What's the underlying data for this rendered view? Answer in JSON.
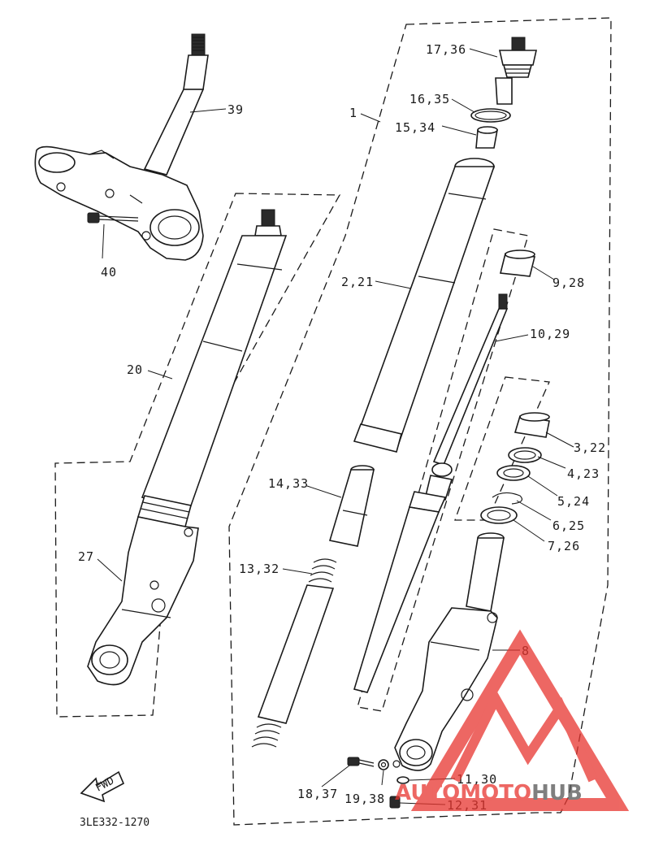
{
  "colors": {
    "ink": "#1a1a1a",
    "watermark_red": "#e8352f",
    "watermark_gray": "#555555"
  },
  "callouts": [
    {
      "id": "c1",
      "text": "1"
    },
    {
      "id": "c221",
      "text": "2,21"
    },
    {
      "id": "c322",
      "text": "3,22"
    },
    {
      "id": "c423",
      "text": "4,23"
    },
    {
      "id": "c524",
      "text": "5,24"
    },
    {
      "id": "c625",
      "text": "6,25"
    },
    {
      "id": "c726",
      "text": "7,26"
    },
    {
      "id": "c8",
      "text": "8"
    },
    {
      "id": "c928",
      "text": "9,28"
    },
    {
      "id": "c1029",
      "text": "10,29"
    },
    {
      "id": "c1130",
      "text": "11,30"
    },
    {
      "id": "c1231",
      "text": "12,31"
    },
    {
      "id": "c1332",
      "text": "13,32"
    },
    {
      "id": "c1433",
      "text": "14,33"
    },
    {
      "id": "c1534",
      "text": "15,34"
    },
    {
      "id": "c1635",
      "text": "16,35"
    },
    {
      "id": "c1736",
      "text": "17,36"
    },
    {
      "id": "c1837",
      "text": "18,37"
    },
    {
      "id": "c1938",
      "text": "19,38"
    },
    {
      "id": "c20",
      "text": "20"
    },
    {
      "id": "c27",
      "text": "27"
    },
    {
      "id": "c39",
      "text": "39"
    },
    {
      "id": "c40",
      "text": "40"
    }
  ],
  "fwd_label": "FWD",
  "drawing_code": "3LE332-1270",
  "watermark": {
    "part1": "AUTO",
    "part2": "MOTO",
    "part3": "HUB"
  }
}
